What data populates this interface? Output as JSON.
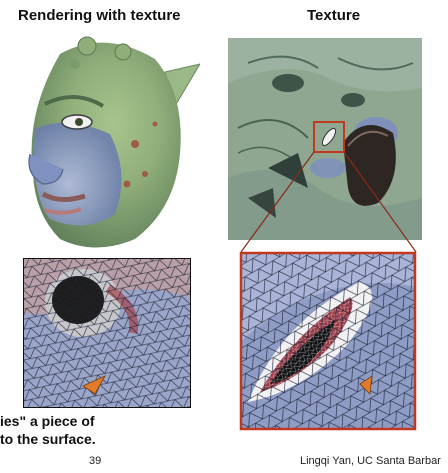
{
  "headings": {
    "left": "Rendering with texture",
    "right": "Texture"
  },
  "caption": {
    "line1": "ies\" a piece of",
    "line2": "to the surface."
  },
  "footer": {
    "page_number": "39",
    "credit": "Lingqi Yan, UC Santa Barbar"
  },
  "colors": {
    "skin_green": "#8fae7a",
    "skin_blue": "#8e9fc9",
    "callout_red": "#c0391f",
    "mesh_marker": "#e07b2a"
  }
}
